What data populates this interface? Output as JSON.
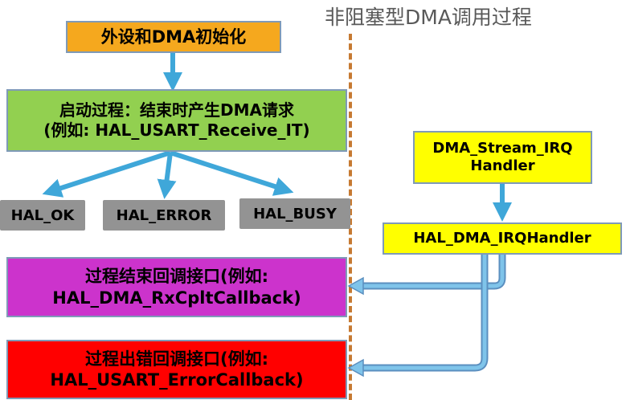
{
  "title": "非阻塞型DMA调用过程",
  "init_box": {
    "label": "外设和DMA初始化",
    "color": "#f5a81e"
  },
  "start_box": {
    "line1": "启动过程：结束时产生DMA请求",
    "line2": "(例如: HAL_USART_Receive_IT)",
    "color": "#92d050"
  },
  "return_codes": [
    "HAL_OK",
    "HAL_ERROR",
    "HAL_BUSY"
  ],
  "irq_box": {
    "line1": "DMA_Stream_IRQ",
    "line2": "Handler",
    "color": "#ffff00"
  },
  "irqhandler_box": {
    "label": "HAL_DMA_IRQHandler",
    "color": "#ffff00"
  },
  "complete_callback": {
    "line1": "过程结束回调接口(例如:",
    "line2": "HAL_DMA_RxCpltCallback)",
    "color": "#cc33cc"
  },
  "error_callback": {
    "line1": "过程出错回调接口(例如:",
    "line2": "HAL_USART_ErrorCallback)",
    "color": "#ff0000"
  },
  "colors": {
    "arrow": "#3fa7d9",
    "divider": "#c67a32",
    "return_box": "#939393"
  }
}
